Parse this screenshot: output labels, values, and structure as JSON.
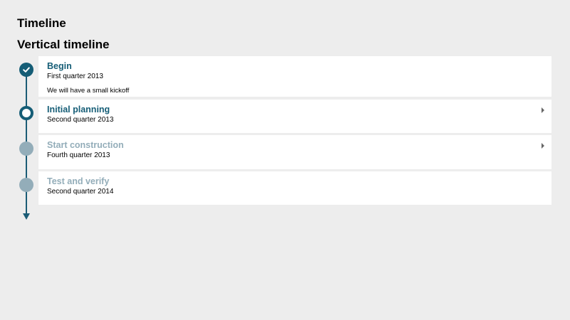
{
  "page": {
    "title": "Timeline",
    "section_title": "Vertical timeline"
  },
  "colors": {
    "accent": "#155d76",
    "pending": "#93adb9",
    "background": "#ededed",
    "card": "#ffffff"
  },
  "timeline": {
    "items": [
      {
        "title": "Begin",
        "date": "First quarter 2013",
        "body": "We will have a small kickoff",
        "status": "completed",
        "marker_icon": "check-icon",
        "expandable": false
      },
      {
        "title": "Initial planning",
        "date": "Second quarter 2013",
        "status": "current",
        "marker_icon": "ring-icon",
        "expandable": true
      },
      {
        "title": "Start construction",
        "date": "Fourth quarter 2013",
        "status": "pending",
        "marker_icon": "dot-icon",
        "expandable": true
      },
      {
        "title": "Test and verify",
        "date": "Second quarter 2014",
        "status": "pending",
        "marker_icon": "dot-icon",
        "expandable": false
      }
    ]
  }
}
